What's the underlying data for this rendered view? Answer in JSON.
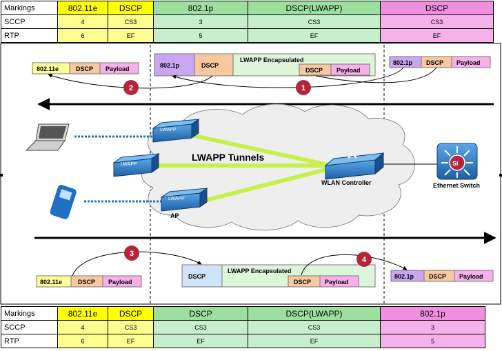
{
  "top_table": {
    "headers": [
      "Markings",
      "802.11e",
      "DSCP",
      "802.1p",
      "DSCP(LWAPP)",
      "DSCP"
    ],
    "rows": [
      [
        "SCCP",
        "4",
        "CS3",
        "3",
        "CS3",
        "CS3"
      ],
      [
        "RTP",
        "6",
        "EF",
        "5",
        "EF",
        "EF"
      ]
    ]
  },
  "bottom_table": {
    "headers": [
      "Markings",
      "802.11e",
      "DSCP",
      "DSCP",
      "DSCP(LWAPP)",
      "802.1p"
    ],
    "rows": [
      [
        "SCCP",
        "4",
        "CS3",
        "CS3",
        "CS3",
        "3"
      ],
      [
        "RTP",
        "6",
        "EF",
        "EF",
        "EF",
        "5"
      ]
    ]
  },
  "packets": {
    "p1": [
      "802.11e",
      "DSCP",
      "Payload"
    ],
    "p2": [
      "802.1p",
      "DSCP",
      "LWAPP Encapsulated",
      "DSCP",
      "Payload"
    ],
    "p3": [
      "802.1p",
      "DSCP",
      "Payload"
    ],
    "p4": [
      "802.11e",
      "DSCP",
      "Payload"
    ],
    "p5": [
      "DSCP",
      "LWAPP Encapsulated",
      "DSCP",
      "Payload"
    ],
    "p6": [
      "802.1p",
      "DSCP",
      "Payload"
    ]
  },
  "steps": [
    "1",
    "2",
    "3",
    "4"
  ],
  "labels": {
    "tunnels": "LWAPP Tunnels",
    "controller": "WLAN Controller",
    "switch": "Ethernet Switch",
    "ap": "AP",
    "lwapp": "LWAPP",
    "si": "Si"
  },
  "figure_id": "281054",
  "colors": {
    "yellow": "#ffff00",
    "green": "#c8efcd",
    "pink": "#f7b1ea",
    "purple": "#c9a6f2",
    "peach": "#f8c8a0",
    "blue": "#cfe3fa",
    "tunnel": "#c8f04a"
  }
}
